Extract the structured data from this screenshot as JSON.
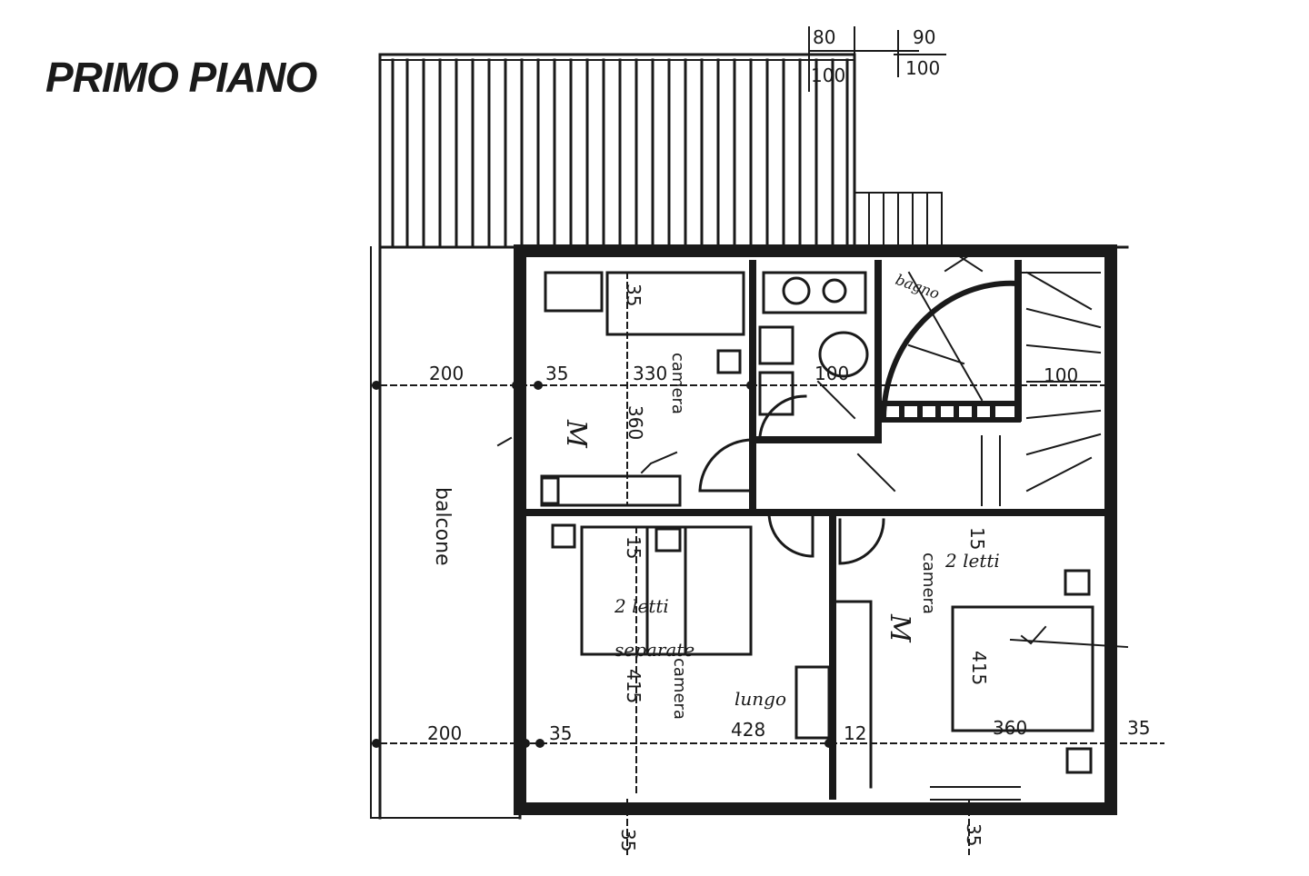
{
  "title": "PRIMO PIANO",
  "rooms": {
    "camera_top": "camera",
    "camera_right": "camera",
    "camera_bottom": "camera",
    "balcone": "balcone"
  },
  "dimensions": {
    "top_80": "80",
    "top_100_a": "100",
    "top_90": "90",
    "top_100_b": "100",
    "row1_200": "200",
    "row1_35": "35",
    "row1_330": "330",
    "row1_100": "100",
    "row1_100_right": "100",
    "bed1_35": "35",
    "v_360": "360",
    "bed2_15": "15",
    "bed3_15": "15",
    "v_415_left": "415",
    "v_415_right": "415",
    "row2_200": "200",
    "row2_35": "35",
    "row2_428": "428",
    "row2_12": "12",
    "row2_360": "360",
    "row2_35_right": "35",
    "bottom_35_left": "35",
    "bottom_35_right": "35"
  },
  "handwriting": {
    "bedroom_top_mark": "M",
    "bedroom_right_mark": "M",
    "letti_left": "2 letti",
    "letti_right": "2 letti",
    "separate_note": "separate",
    "lungo_note": "lungo",
    "bath_note": "bagno"
  }
}
